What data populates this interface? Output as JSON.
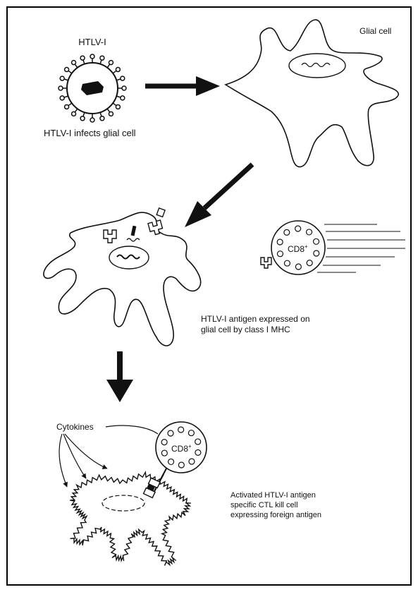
{
  "figure": {
    "virus_label": "HTLV-I",
    "step1_caption": "HTLV-I infects glial cell",
    "glial_label": "Glial cell",
    "cd8_top": {
      "base": "CD8",
      "sup": "+"
    },
    "step2_caption": [
      "HTLV-I antigen expressed on",
      "glial cell by class I MHC"
    ],
    "cytokines_label": "Cytokines",
    "cd8_bottom": {
      "base": "CD8",
      "sup": "+"
    },
    "step3_caption": [
      "Activated HTLV-I antigen",
      "specific CTL kill cell",
      "expressing foreign antigen"
    ]
  },
  "colors": {
    "line": "#111111",
    "frame": "#000000",
    "background": "#ffffff"
  }
}
